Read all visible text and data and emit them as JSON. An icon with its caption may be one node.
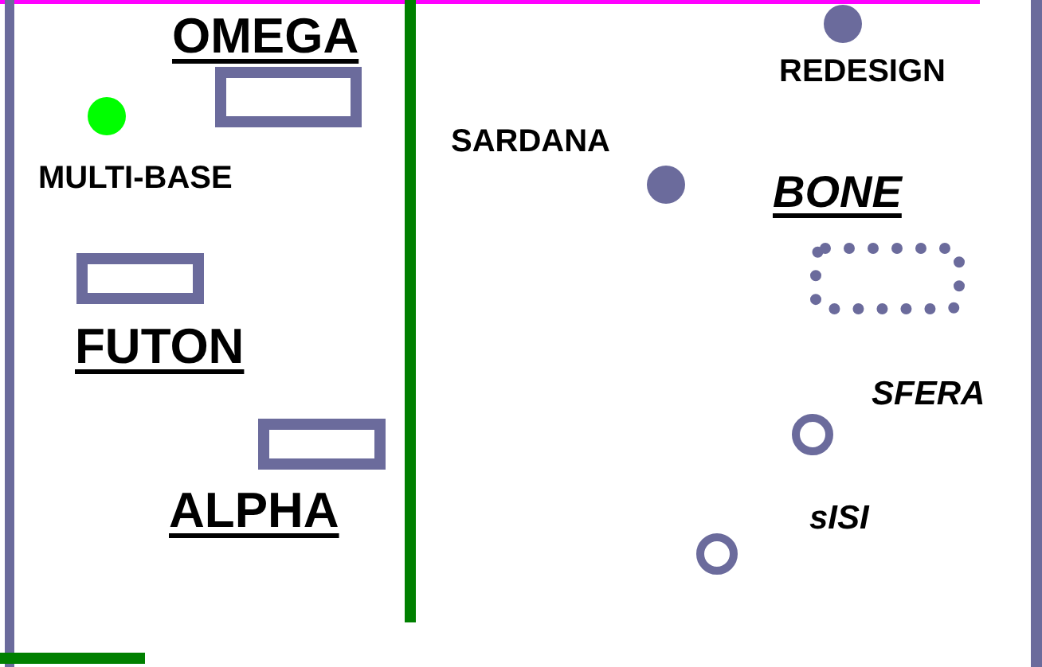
{
  "diagram": {
    "nodes": [
      {
        "text": [
          "OMEGA"
        ]
      },
      {
        "text": [
          "MULTI-BASE"
        ]
      },
      {
        "text": [
          "FUTON"
        ]
      },
      {
        "text": [
          "ALPHA"
        ]
      },
      {
        "text": [
          "REDESIGN"
        ]
      },
      {
        "text": [
          "SARDANA"
        ]
      },
      {
        "text": [
          "BONE"
        ]
      },
      {
        "text": [
          "SFERA"
        ]
      },
      {
        "text": [
          "sISI"
        ]
      }
    ],
    "edges": []
  }
}
